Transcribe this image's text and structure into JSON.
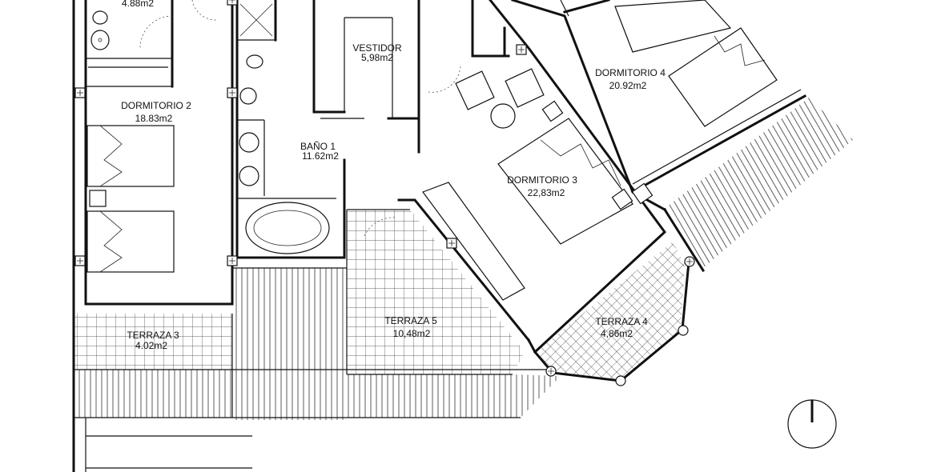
{
  "plan": {
    "rooms": [
      {
        "id": "bath-top-left",
        "name": "",
        "area": "4.88m2"
      },
      {
        "id": "dormitorio-2",
        "name": "DORMITORIO  2",
        "area": "18.83m2"
      },
      {
        "id": "vestidor",
        "name": "VESTIDOR",
        "area": "5,98m2"
      },
      {
        "id": "bano-1",
        "name": "BAÑO  1",
        "area": "11.62m2"
      },
      {
        "id": "dormitorio-3",
        "name": "DORMITORIO  3",
        "area": "22,83m2"
      },
      {
        "id": "dormitorio-4",
        "name": "DORMITORIO  4",
        "area": "20.92m2"
      },
      {
        "id": "terraza-3",
        "name": "TERRAZA  3",
        "area": "4.02m2"
      },
      {
        "id": "terraza-5",
        "name": "TERRAZA  5",
        "area": "10,48m2"
      },
      {
        "id": "terraza-4",
        "name": "TERRAZA  4",
        "area": "4,86m2"
      }
    ],
    "colors": {
      "line": "#111111",
      "background": "#ffffff"
    },
    "icons": [
      "north-arrow-icon",
      "electrical-outlet-icon",
      "column-icon"
    ]
  }
}
